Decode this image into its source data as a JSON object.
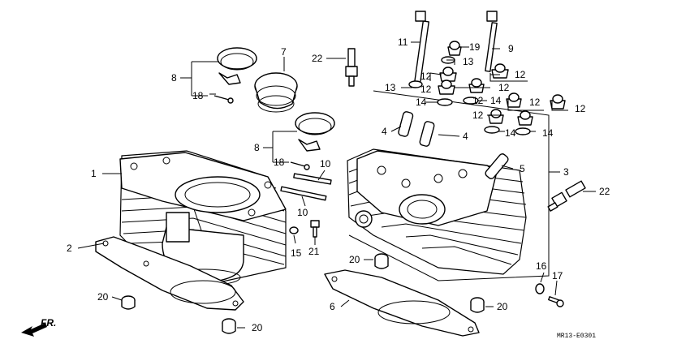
{
  "diagram": {
    "code": "MR13-E0301",
    "direction_label": "FR.",
    "callouts": [
      {
        "id": "c1",
        "text": "1"
      },
      {
        "id": "c2",
        "text": "2"
      },
      {
        "id": "c3",
        "text": "3"
      },
      {
        "id": "c4a",
        "text": "4"
      },
      {
        "id": "c4b",
        "text": "4"
      },
      {
        "id": "c5",
        "text": "5"
      },
      {
        "id": "c6",
        "text": "6"
      },
      {
        "id": "c7",
        "text": "7"
      },
      {
        "id": "c8a",
        "text": "8"
      },
      {
        "id": "c8b",
        "text": "8"
      },
      {
        "id": "c9",
        "text": "9"
      },
      {
        "id": "c10a",
        "text": "10"
      },
      {
        "id": "c10b",
        "text": "10"
      },
      {
        "id": "c11",
        "text": "11"
      },
      {
        "id": "c12a",
        "text": "12"
      },
      {
        "id": "c12b",
        "text": "12"
      },
      {
        "id": "c12c",
        "text": "12"
      },
      {
        "id": "c12d",
        "text": "12"
      },
      {
        "id": "c12e",
        "text": "12"
      },
      {
        "id": "c12f",
        "text": "12"
      },
      {
        "id": "c12g",
        "text": "12"
      },
      {
        "id": "c12h",
        "text": "12"
      },
      {
        "id": "c13a",
        "text": "13"
      },
      {
        "id": "c13b",
        "text": "13"
      },
      {
        "id": "c14a",
        "text": "14"
      },
      {
        "id": "c14b",
        "text": "14"
      },
      {
        "id": "c14c",
        "text": "14"
      },
      {
        "id": "c14d",
        "text": "14"
      },
      {
        "id": "c15",
        "text": "15"
      },
      {
        "id": "c16",
        "text": "16"
      },
      {
        "id": "c17",
        "text": "17"
      },
      {
        "id": "c18a",
        "text": "18"
      },
      {
        "id": "c18b",
        "text": "18"
      },
      {
        "id": "c19",
        "text": "19"
      },
      {
        "id": "c20a",
        "text": "20"
      },
      {
        "id": "c20b",
        "text": "20"
      },
      {
        "id": "c20c",
        "text": "20"
      },
      {
        "id": "c20d",
        "text": "20"
      },
      {
        "id": "c21",
        "text": "21"
      },
      {
        "id": "c22a",
        "text": "22"
      },
      {
        "id": "c22b",
        "text": "22"
      }
    ]
  }
}
